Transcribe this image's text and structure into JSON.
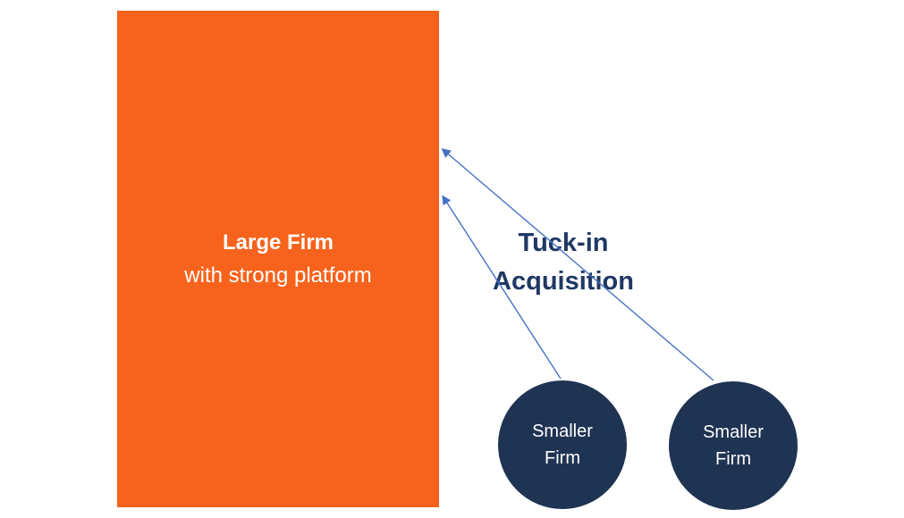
{
  "canvas": {
    "background": "#FFFFFF"
  },
  "large_firm": {
    "title": "Large Firm",
    "subtitle": "with strong platform",
    "fill": "#F7631C",
    "text_color": "#FFFFFF"
  },
  "acquisition_label": {
    "line1": "Tuck-in",
    "line2": "Acquisition",
    "color": "#1F3864"
  },
  "smaller_firms": [
    {
      "label_line1": "Smaller",
      "label_line2": "Firm"
    },
    {
      "label_line1": "Smaller",
      "label_line2": "Firm"
    }
  ],
  "smaller_firm_style": {
    "fill": "#1F3353",
    "text_color": "#FFFFFF"
  },
  "arrows": {
    "color": "#4472C4"
  }
}
